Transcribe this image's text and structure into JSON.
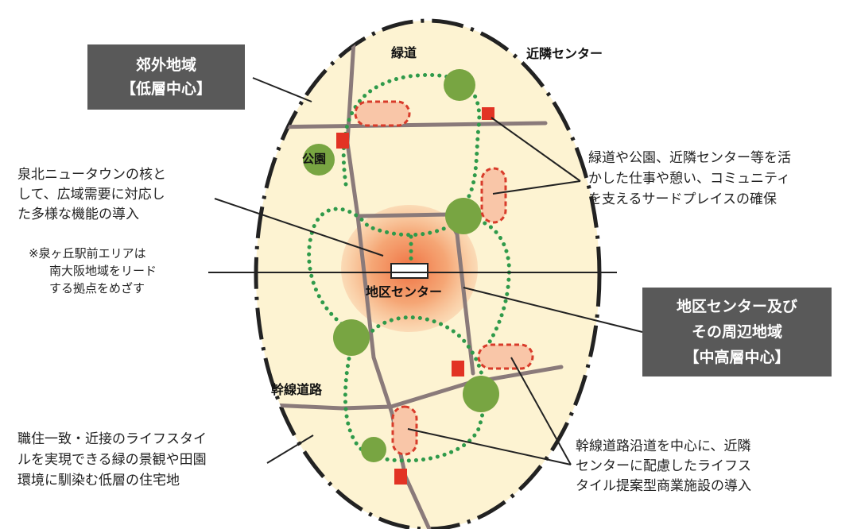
{
  "boxes": {
    "suburban": {
      "line1": "郊外地域",
      "line2": "【低層中心】"
    },
    "district": {
      "line1": "地区センター及び",
      "line2": "その周辺地域",
      "line3": "【中高層中心】"
    }
  },
  "map_labels": {
    "greenway": "緑道",
    "neighborhood_center": "近隣センター",
    "park": "公園",
    "district_center": "地区センター",
    "trunk_road": "幹線道路"
  },
  "descriptions": {
    "third_place": [
      "緑道や公園、近隣センター等を活",
      "かした仕事や憩い、コミュニティ",
      "を支えるサードプレイスの確保"
    ],
    "core": [
      "泉北ニュータウンの核と",
      "して、広域需要に対応し",
      "た多様な機能の導入"
    ],
    "note": [
      "※泉ヶ丘駅前エリアは",
      "南大阪地域をリード",
      "する拠点をめざす"
    ],
    "commercial": [
      "幹線道路沿道を中心に、近隣",
      "センターに配慮したライフス",
      "タイル提案型商業施設の導入"
    ],
    "residential": [
      "職住一致・近接のライフスタイ",
      "ルを実現できる緑の景観や田園",
      "環境に馴染む低層の住宅地"
    ]
  },
  "colors": {
    "ellipse_fill": "#fdf3d2",
    "ellipse_border": "#222222",
    "road": "#8a7a7a",
    "greenway_dots": "#2f9a4a",
    "tree": "#78a542",
    "center_glow": "#ef7a4a",
    "commercial_zone_fill": "#f9c6a8",
    "commercial_zone_border": "#d83b2a",
    "neighborhood_center_marker": "#e23324",
    "label_box": "#595959"
  }
}
